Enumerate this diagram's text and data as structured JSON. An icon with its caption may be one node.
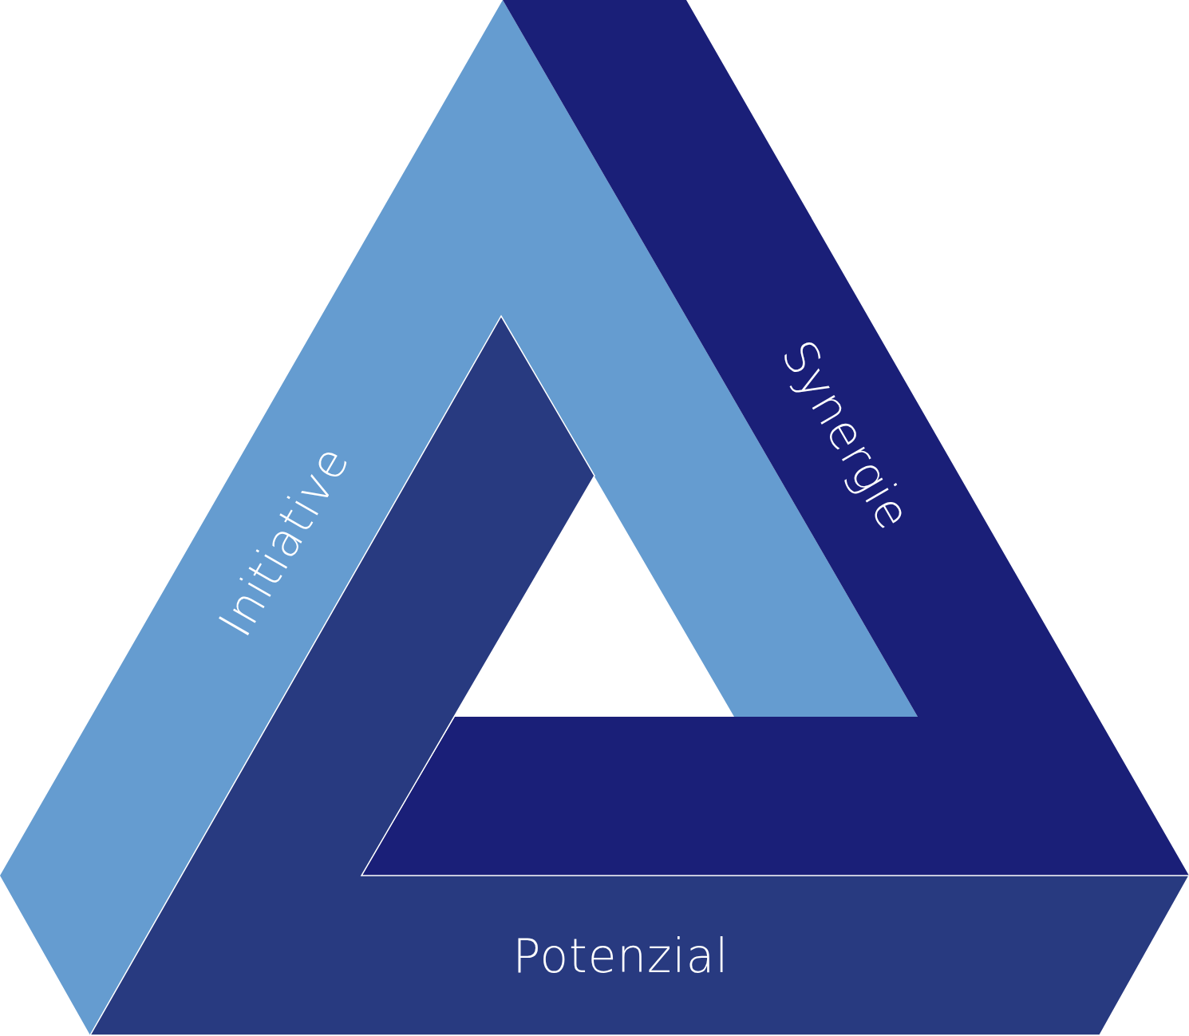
{
  "diagram": {
    "nodes": [
      {
        "text": [
          "Initiative"
        ]
      },
      {
        "text": [
          "Synergie"
        ]
      },
      {
        "text": [
          "Potenzial"
        ]
      }
    ],
    "edges": []
  }
}
